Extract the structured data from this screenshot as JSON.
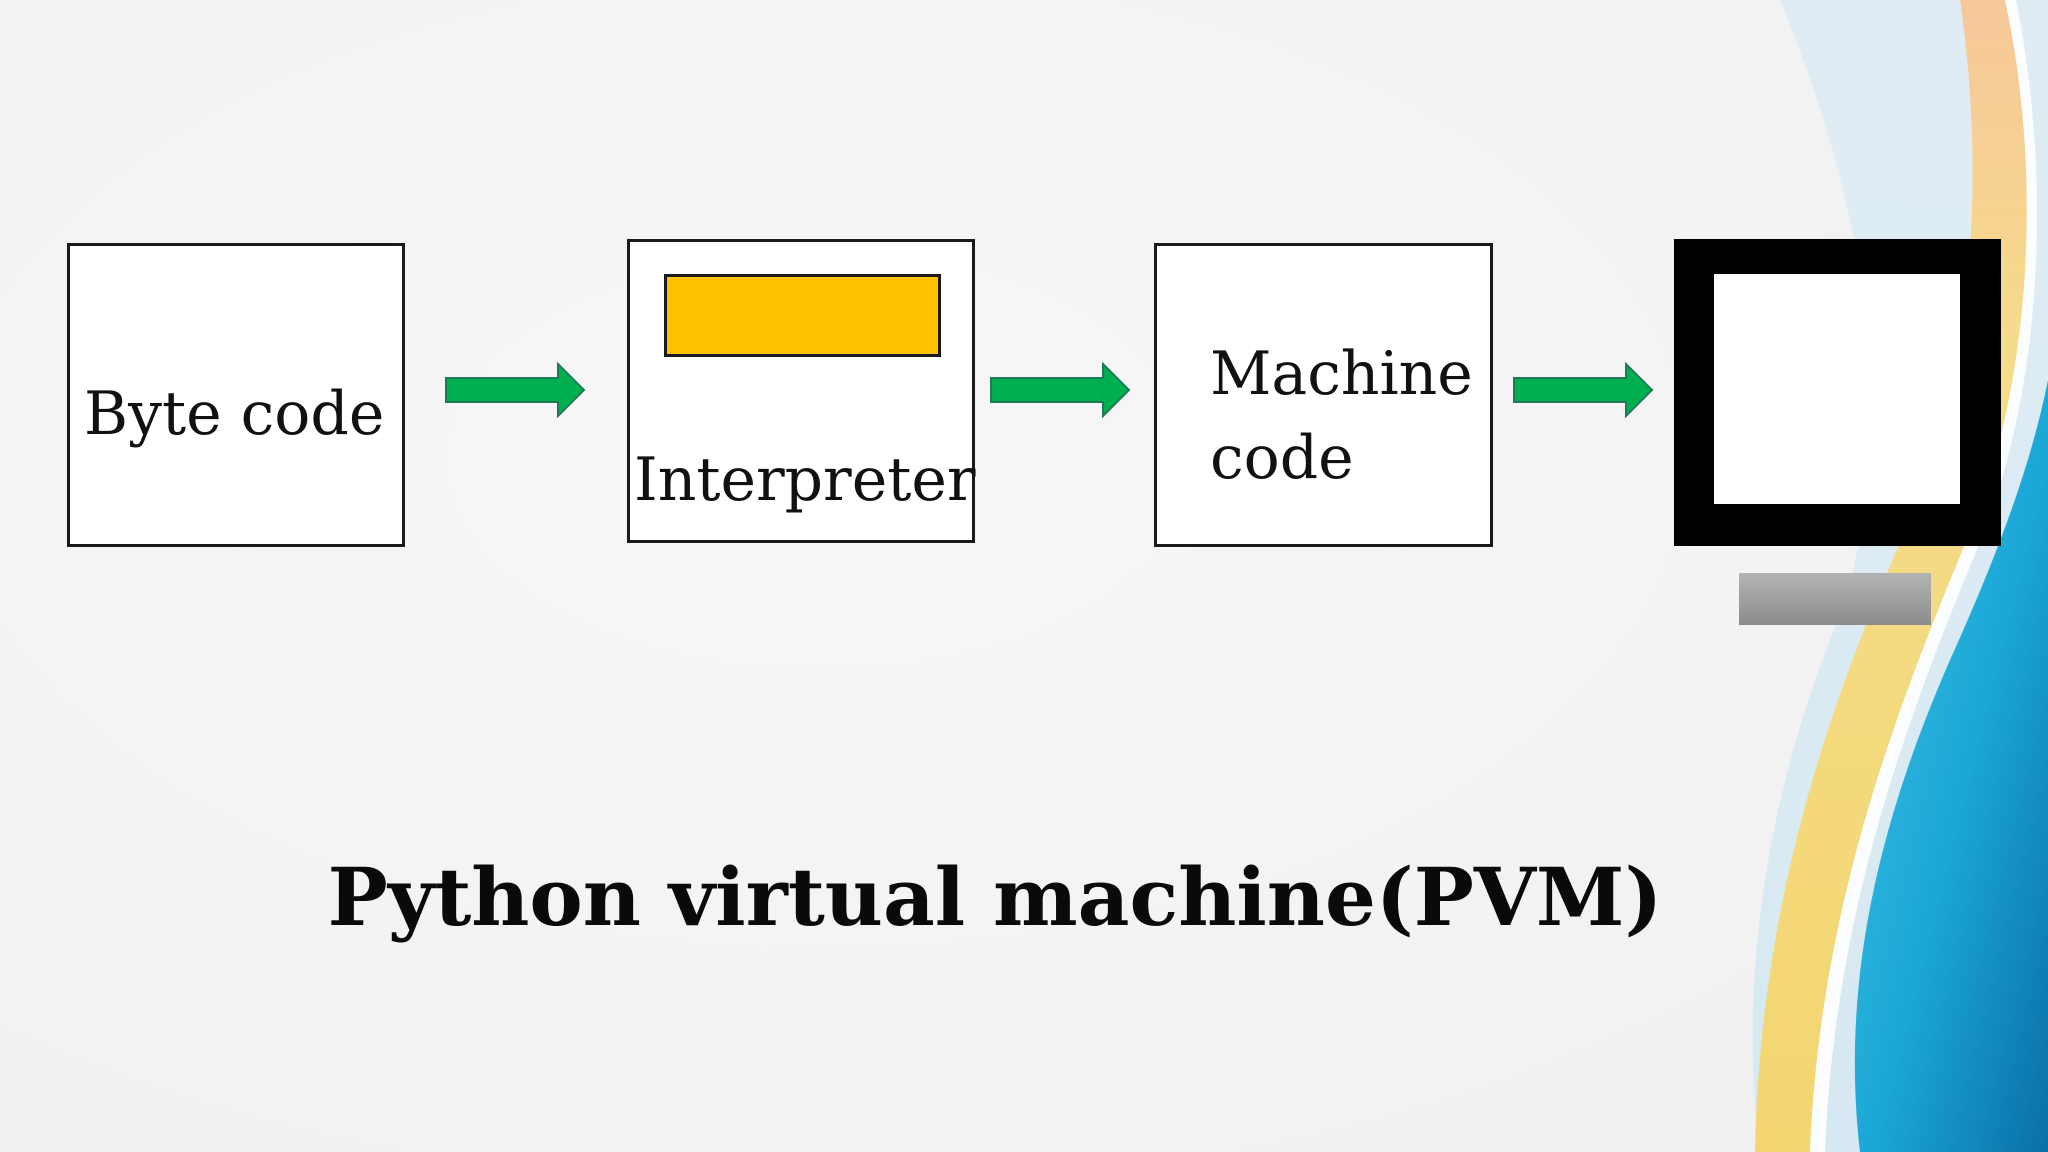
{
  "diagram": {
    "title": "Python virtual machine(PVM)",
    "steps": [
      {
        "id": "bytecode",
        "label": "Byte code"
      },
      {
        "id": "interpreter",
        "label": "Interpreter"
      },
      {
        "id": "machine-code",
        "label_line1": "Machine",
        "label_line2": "code"
      },
      {
        "id": "computer",
        "label": ""
      }
    ],
    "arrow_count": 3
  },
  "colors": {
    "arrow_fill": "#00b050",
    "arrow_stroke": "#1e7a55",
    "interpreter_bar": "#ffc000",
    "monitor_frame": "#000000",
    "monitor_stand": "#a0a0a0",
    "decor_yellow": "#f5d77a",
    "decor_blue": "#1a8fc4"
  },
  "icons": {
    "computer": "monitor-icon",
    "arrow": "right-arrow-icon"
  }
}
